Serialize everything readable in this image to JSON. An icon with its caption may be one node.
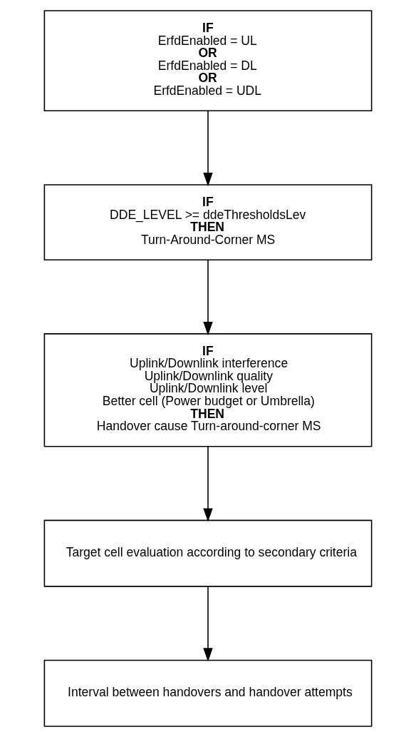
{
  "diagram": {
    "nodes": [
      {
        "text": [
          "IF",
          "ErfdEnabled = UL",
          "OR",
          "ErfdEnabled = DL",
          "OR",
          "ErfdEnabled = UDL"
        ]
      },
      {
        "text": [
          "IF",
          "DDE_LEVEL >= ddeThresholdsLev",
          "THEN",
          "Turn-Around-Corner MS"
        ]
      },
      {
        "text": [
          "IF",
          "Uplink/Downlink interference",
          "Uplink/Downlink quality",
          "Uplink/Downlink level",
          "Better cell (Power budget or Umbrella)",
          "THEN",
          "Handover cause Turn-around-corner MS"
        ]
      },
      {
        "text": [
          "Target cell evaluation according to secondary criteria"
        ]
      },
      {
        "text": [
          "Interval between handovers and handover attempts"
        ]
      }
    ],
    "edges": [
      {
        "from": 0,
        "to": 1,
        "arrow": "to"
      },
      {
        "from": 1,
        "to": 2,
        "arrow": "to"
      },
      {
        "from": 2,
        "to": 3,
        "arrow": "to"
      },
      {
        "from": 3,
        "to": 4,
        "arrow": "to"
      }
    ]
  }
}
